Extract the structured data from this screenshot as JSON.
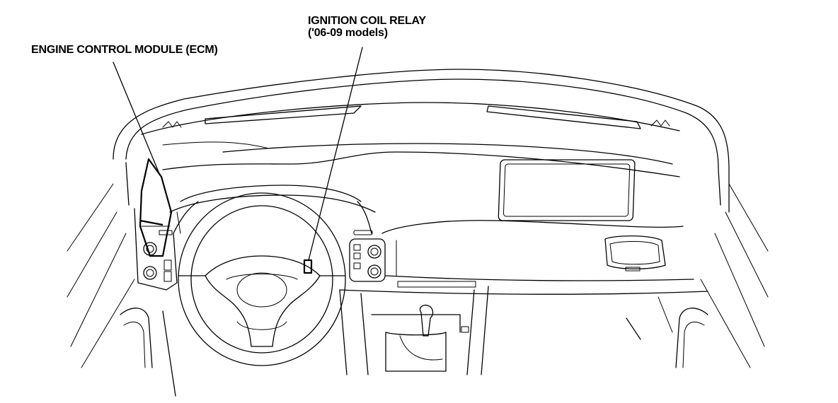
{
  "callouts": {
    "ecm": {
      "label": "ENGINE CONTROL MODULE (ECM)"
    },
    "ignition_relay": {
      "label_line1": "IGNITION COIL RELAY",
      "label_line2": "('06-09 models)"
    }
  }
}
